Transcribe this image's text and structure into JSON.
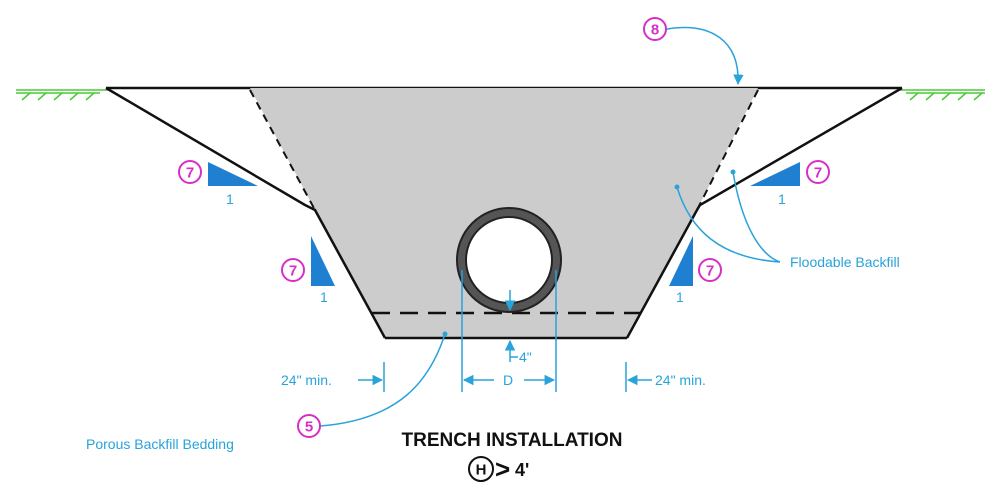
{
  "colors": {
    "backfill": "#cccccc",
    "outline": "#111111",
    "accent": "#29a3d9",
    "callout": "#d62fc8",
    "slope": "#1f7fd0",
    "grass": "#4cc93a"
  },
  "callouts": {
    "five": "5",
    "seven": "7",
    "eight": "8"
  },
  "slope": {
    "ratio_one": "1"
  },
  "labels": {
    "floodable_backfill": "Floodable Backfill",
    "porous_backfill_bedding": "Porous Backfill Bedding",
    "min_left": "24\" min.",
    "min_right": "24\" min.",
    "bedding_depth": "4\"",
    "pipe_diameter": "D"
  },
  "title": {
    "main": "TRENCH INSTALLATION",
    "h_symbol": "H",
    "comparator": ">",
    "depth": "4'"
  }
}
